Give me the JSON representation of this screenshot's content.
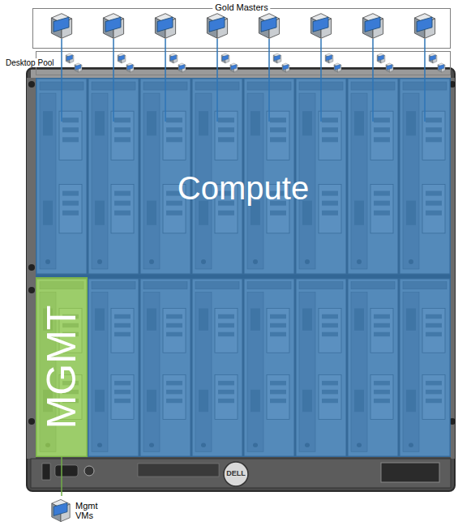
{
  "diagram": {
    "nodes": [
      {
        "text": [
          "Gold Masters"
        ]
      },
      {
        "text": [
          "Desktop Pool"
        ]
      },
      {
        "text": [
          "Compute"
        ]
      },
      {
        "text": [
          "MGMT"
        ]
      },
      {
        "text": [
          "Mgmt VMs"
        ]
      }
    ],
    "edges": [
      {
        "from": 3,
        "to": 4,
        "arrow": "none"
      }
    ],
    "labels": [
      "DELL"
    ]
  }
}
